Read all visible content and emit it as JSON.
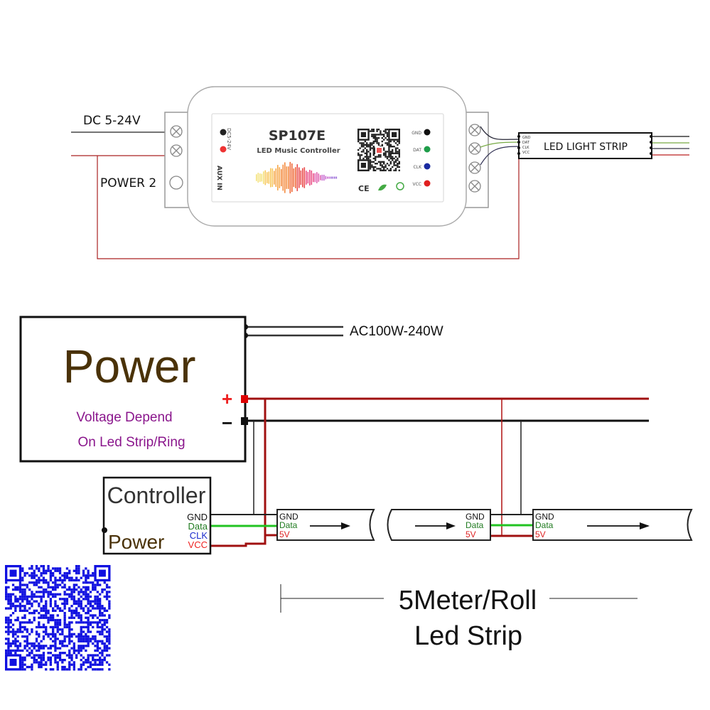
{
  "top_diagram": {
    "input_label": "DC 5-24V",
    "power2_label": "POWER 2",
    "controller": {
      "model": "SP107E",
      "subtitle": "LED Music Controller",
      "aux_label": "AUX IN",
      "voltage_label": "DC5-24V",
      "pins": [
        "GND",
        "DAT",
        "CLK",
        "VCC"
      ],
      "pin_colors": [
        "#111111",
        "#1f9d4a",
        "#1a2aa0",
        "#e02020"
      ],
      "cert_marks": [
        "CE",
        "recycle",
        "leaf"
      ]
    },
    "strip": {
      "label": "LED LIGHT STRIP",
      "pins": [
        "GND",
        "DAT",
        "CLK",
        "VCC"
      ]
    }
  },
  "bottom_diagram": {
    "ac_label": "AC100W-240W",
    "power_box": {
      "title": "Power",
      "note_line1": "Voltage Depend",
      "note_line2": "On Led Strip/Ring",
      "plus": "+",
      "minus": "−"
    },
    "controller_box": {
      "title": "Controller",
      "power_label": "Power",
      "pins": [
        "GND",
        "Data",
        "CLK",
        "VCC"
      ]
    },
    "strip_segments": [
      {
        "pins": [
          "GND",
          "Data",
          "5V"
        ]
      },
      {
        "pins": [
          "GND",
          "Data",
          "5V"
        ]
      },
      {
        "pins": [
          "GND",
          "Data",
          "5V"
        ]
      }
    ],
    "length_label": "5Meter/Roll",
    "strip_label": "Led Strip"
  },
  "colors": {
    "red_wire": "#b01010",
    "green_wire": "#22c322",
    "power_text": "#4a3208",
    "note_text": "#8a168c",
    "qr_blue": "#1010e0"
  }
}
